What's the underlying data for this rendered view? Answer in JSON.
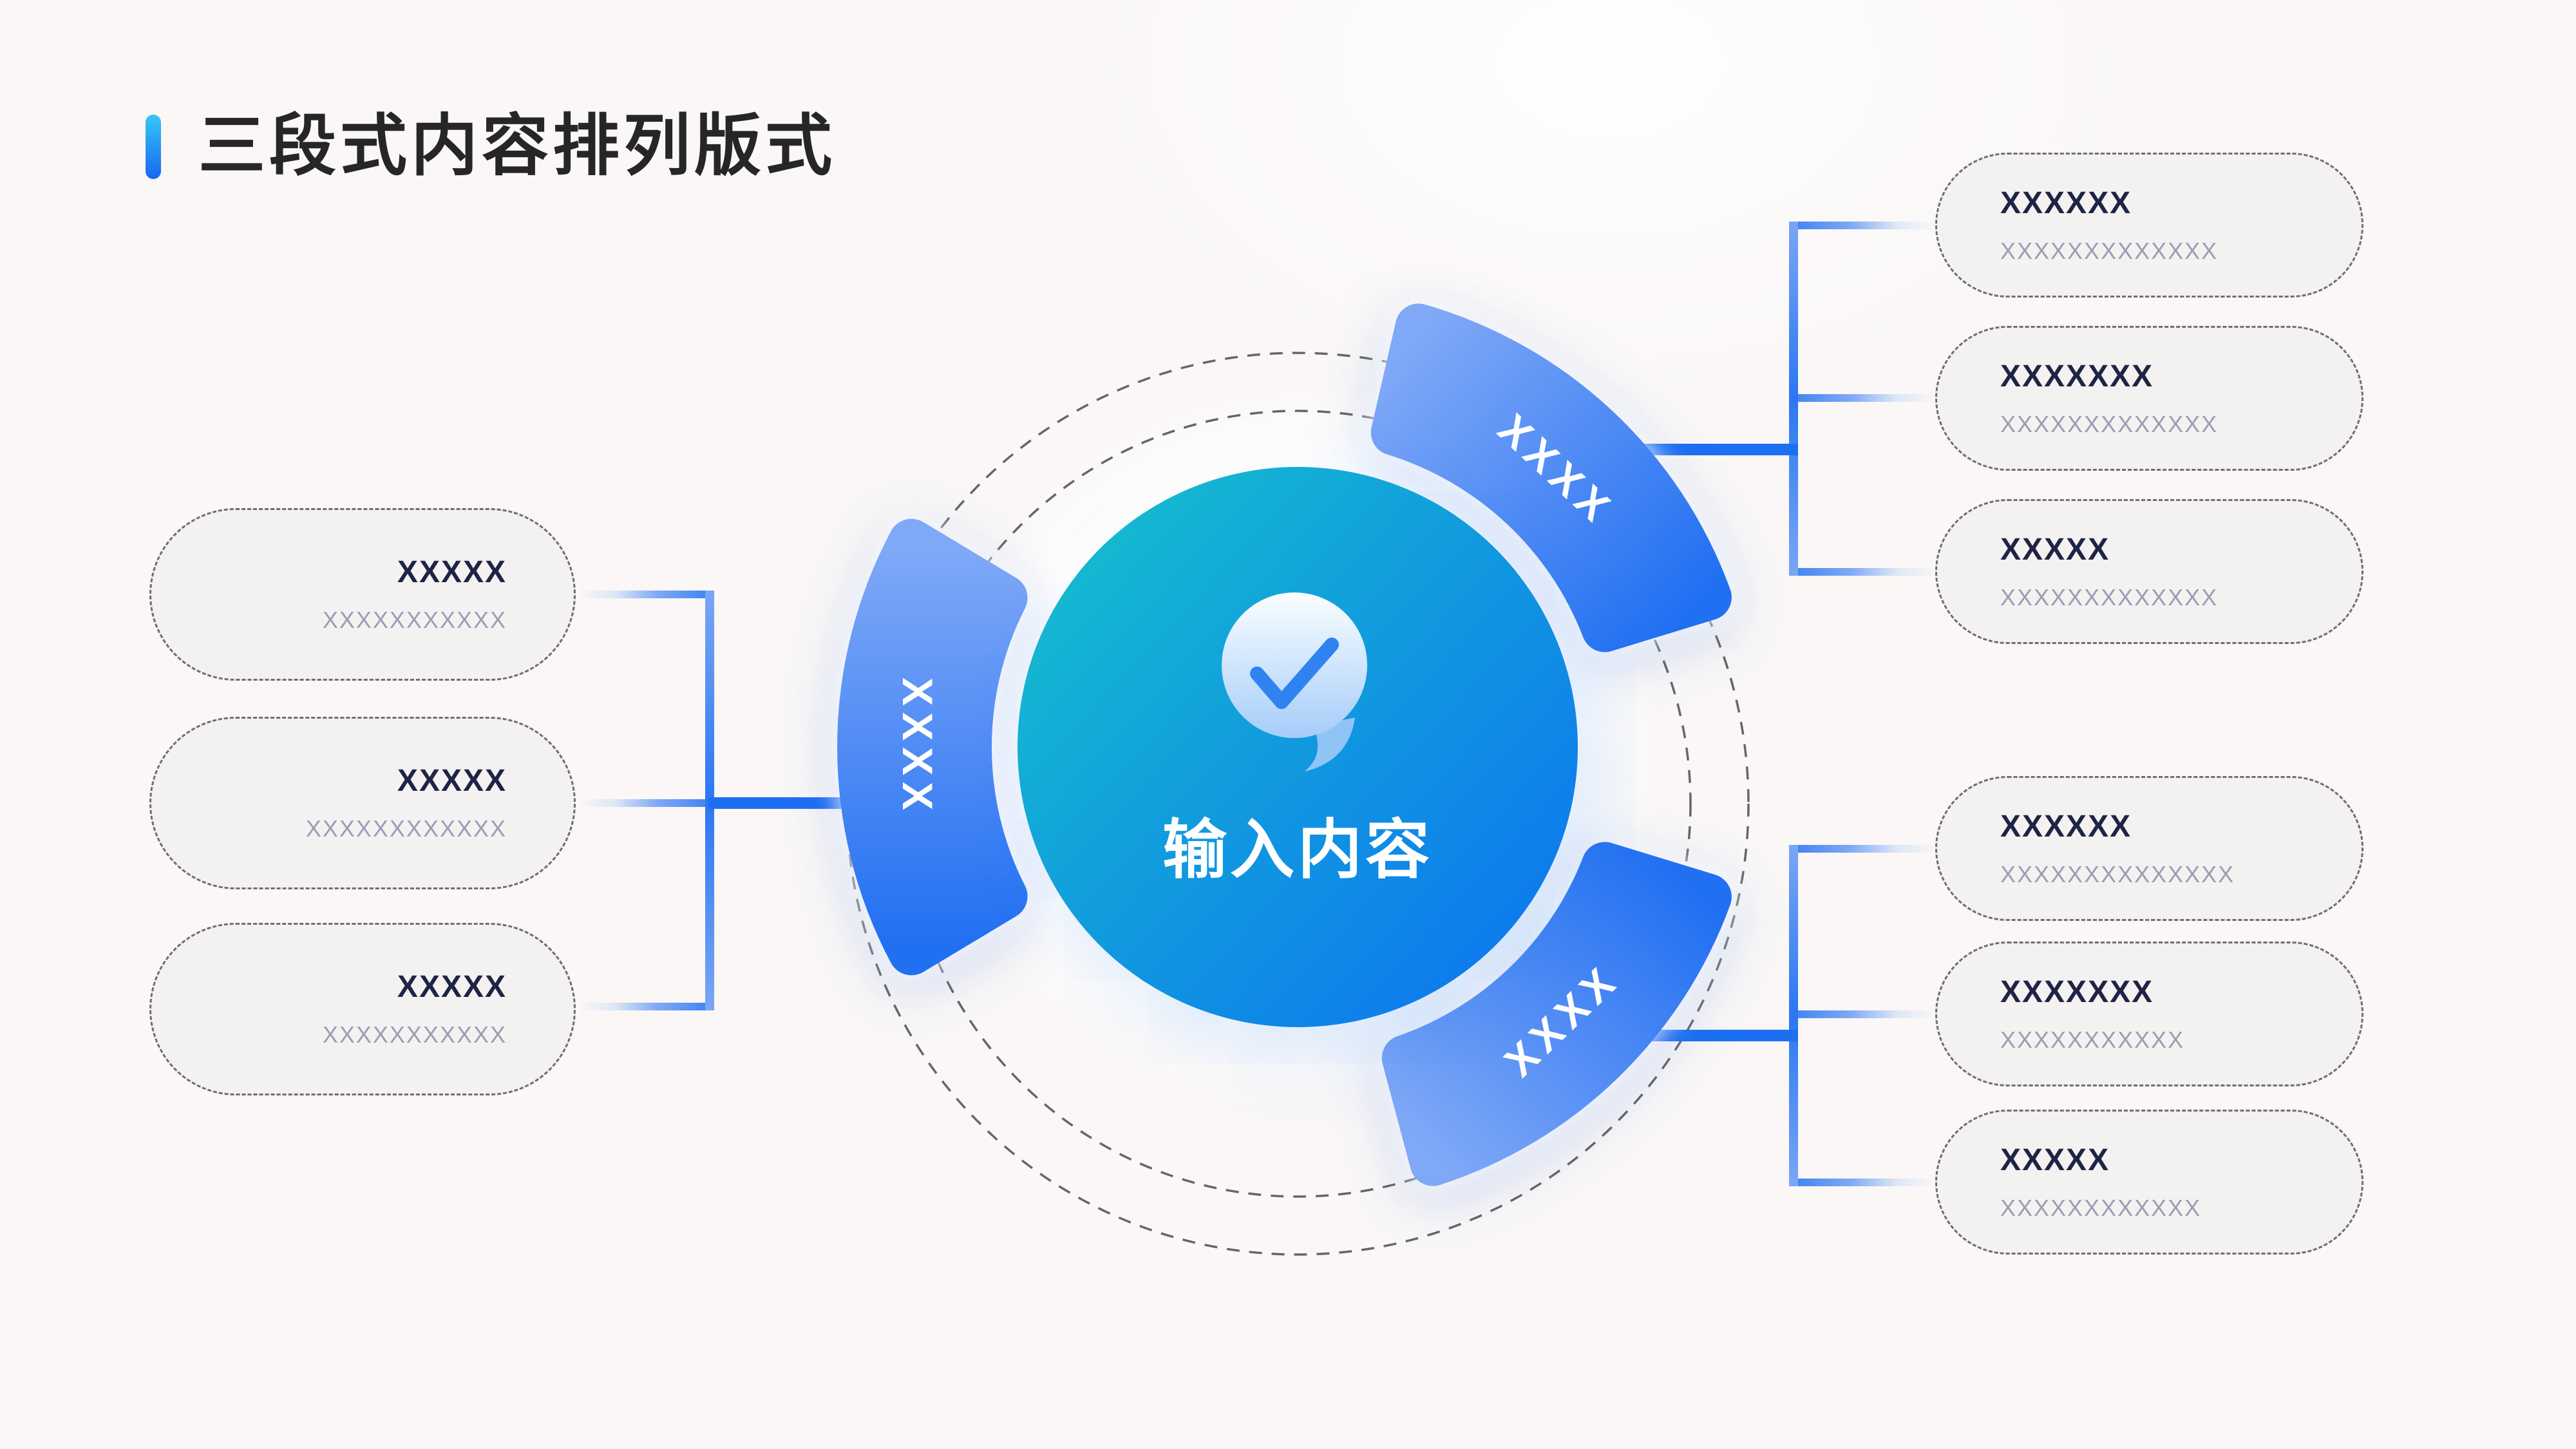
{
  "header": {
    "title": "三段式内容排列版式"
  },
  "center": {
    "label": "输入内容",
    "icon": "check-icon"
  },
  "arcs": [
    {
      "label": "XXXX",
      "position": "top-right"
    },
    {
      "label": "XXXX",
      "position": "left"
    },
    {
      "label": "XXXX",
      "position": "bottom-right"
    }
  ],
  "left_group": {
    "boxes": [
      {
        "title": "XXXXX",
        "subtitle": "XXXXXXXXXXX"
      },
      {
        "title": "XXXXX",
        "subtitle": "XXXXXXXXXXXX"
      },
      {
        "title": "XXXXX",
        "subtitle": "XXXXXXXXXXX"
      }
    ]
  },
  "right_top_group": {
    "boxes": [
      {
        "title": "XXXXXX",
        "subtitle": "XXXXXXXXXXXXX"
      },
      {
        "title": "XXXXXXX",
        "subtitle": "XXXXXXXXXXXXX"
      },
      {
        "title": "XXXXX",
        "subtitle": "XXXXXXXXXXXXX"
      }
    ]
  },
  "right_bottom_group": {
    "boxes": [
      {
        "title": "XXXXXX",
        "subtitle": "XXXXXXXXXXXXXX"
      },
      {
        "title": "XXXXXXX",
        "subtitle": "XXXXXXXXXXX"
      },
      {
        "title": "XXXXX",
        "subtitle": "XXXXXXXXXXXX"
      }
    ]
  },
  "colors": {
    "accent_gradient": [
      "#36c8f4",
      "#1766f2"
    ],
    "hub_gradient": [
      "#15c4cb",
      "#0c70f2"
    ],
    "arc_gradient": [
      "#7fa8f7",
      "#2270f2"
    ],
    "connector_blue": "#1d6ff2",
    "box_fill": "#f4f2f1",
    "box_dash": "#6e6e6e",
    "title_text": "#262626",
    "box_title_text": "#1f2446",
    "box_subtitle_text": "#9b9db4",
    "background": "#faf7f6"
  }
}
